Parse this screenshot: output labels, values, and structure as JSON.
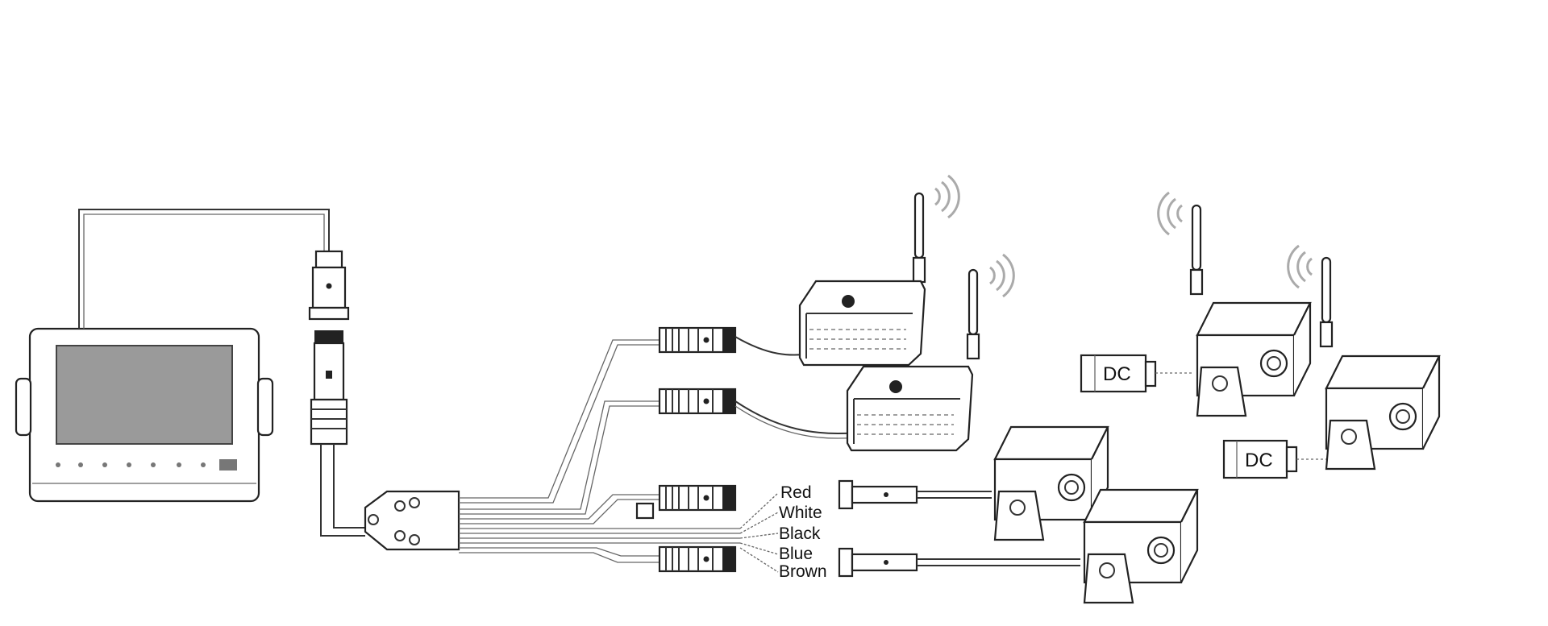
{
  "wire_labels": [
    "Red",
    "White",
    "Black",
    "Blue",
    "Brown"
  ],
  "dc_labels": [
    "DC",
    "DC"
  ],
  "colors": {
    "line": "#333333",
    "screen": "#9a9a9a",
    "signal": "#aaaaaa"
  }
}
